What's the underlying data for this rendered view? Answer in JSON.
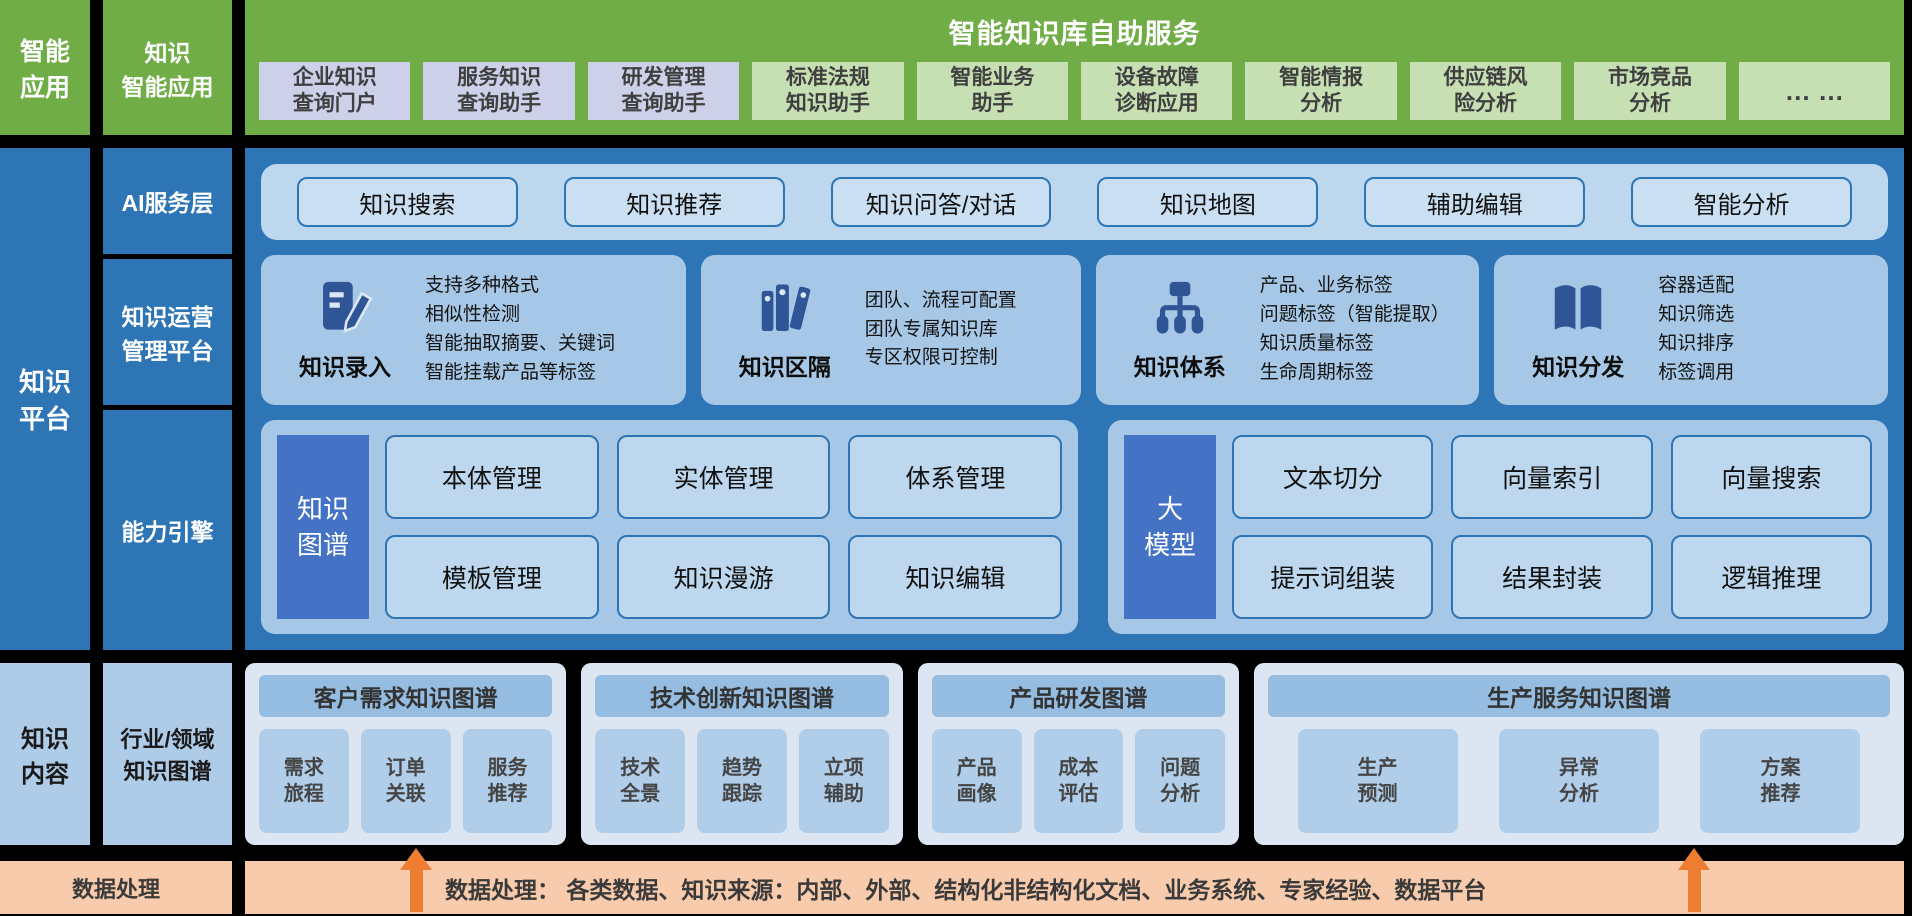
{
  "colors": {
    "green": "#70ad47",
    "light_green": "#c6e0b4",
    "lavender": "#cdd0e9",
    "blue": "#2e75b6",
    "light_blue": "#bdd7ee",
    "card_blue": "#a6c8e6",
    "badge_blue": "#4472c4",
    "pale_blue": "#dce6f2",
    "item_blue": "#b0cde9",
    "peach": "#f8cbad",
    "orange_arrow": "#ed7d31"
  },
  "left_rail": {
    "app_label": "智能\n应用",
    "platform_label": "知识\n平台",
    "content_label": "知识\n内容",
    "data_label": "数据处理"
  },
  "sub_rail": {
    "app": "知识\n智能应用",
    "ai_layer": "AI服务层",
    "ops_platform": "知识运营\n管理平台",
    "engine": "能力引擎",
    "domain_kg": "行业/领域\n知识图谱"
  },
  "app_section": {
    "title": "智能知识库自助服务",
    "apps": [
      {
        "label": "企业知识\n查询门户"
      },
      {
        "label": "服务知识\n查询助手"
      },
      {
        "label": "研发管理\n查询助手"
      },
      {
        "label": "标准法规\n知识助手"
      },
      {
        "label": "智能业务\n助手"
      },
      {
        "label": "设备故障\n诊断应用"
      },
      {
        "label": "智能情报\n分析"
      },
      {
        "label": "供应链风\n险分析"
      },
      {
        "label": "市场竞品\n分析"
      },
      {
        "label": "… …"
      }
    ]
  },
  "ai_services": [
    "知识搜索",
    "知识推荐",
    "知识问答/对话",
    "知识地图",
    "辅助编辑",
    "智能分析"
  ],
  "ops_cards": [
    {
      "icon": "document-edit-icon",
      "label": "知识录入",
      "points": [
        "支持多种格式",
        "相似性检测",
        "智能抽取摘要、关键词",
        "智能挂载产品等标签"
      ]
    },
    {
      "icon": "books-icon",
      "label": "知识区隔",
      "points": [
        "团队、流程可配置",
        "团队专属知识库",
        "专区权限可控制"
      ]
    },
    {
      "icon": "hierarchy-tree-icon",
      "label": "知识体系",
      "points": [
        "产品、业务标签",
        "问题标签（智能提取）",
        "知识质量标签",
        "生命周期标签"
      ]
    },
    {
      "icon": "open-book-icon",
      "label": "知识分发",
      "points": [
        "容器适配",
        "知识筛选",
        "知识排序",
        "标签调用"
      ]
    }
  ],
  "engine": {
    "kg": {
      "badge": "知识\n图谱",
      "buttons": [
        "本体管理",
        "实体管理",
        "体系管理",
        "模板管理",
        "知识漫游",
        "知识编辑"
      ]
    },
    "llm": {
      "badge": "大\n模型",
      "buttons": [
        "文本切分",
        "向量索引",
        "向量搜索",
        "提示词组装",
        "结果封装",
        "逻辑推理"
      ]
    }
  },
  "kg_cards": [
    {
      "title": "客户需求知识图谱",
      "items": [
        "需求\n旅程",
        "订单\n关联",
        "服务\n推荐"
      ]
    },
    {
      "title": "技术创新知识图谱",
      "items": [
        "技术\n全景",
        "趋势\n跟踪",
        "立项\n辅助"
      ]
    },
    {
      "title": "产品研发图谱",
      "items": [
        "产品\n画像",
        "成本\n评估",
        "问题\n分析"
      ]
    },
    {
      "title": "生产服务知识图谱",
      "items": [
        "生产\n预测",
        "异常\n分析",
        "方案\n推荐"
      ]
    }
  ],
  "data_bar": {
    "label": "数据处理",
    "text": "数据处理：  各类数据、知识来源：内部、外部、结构化非结构化文档、业务系统、专家经验、数据平台"
  }
}
